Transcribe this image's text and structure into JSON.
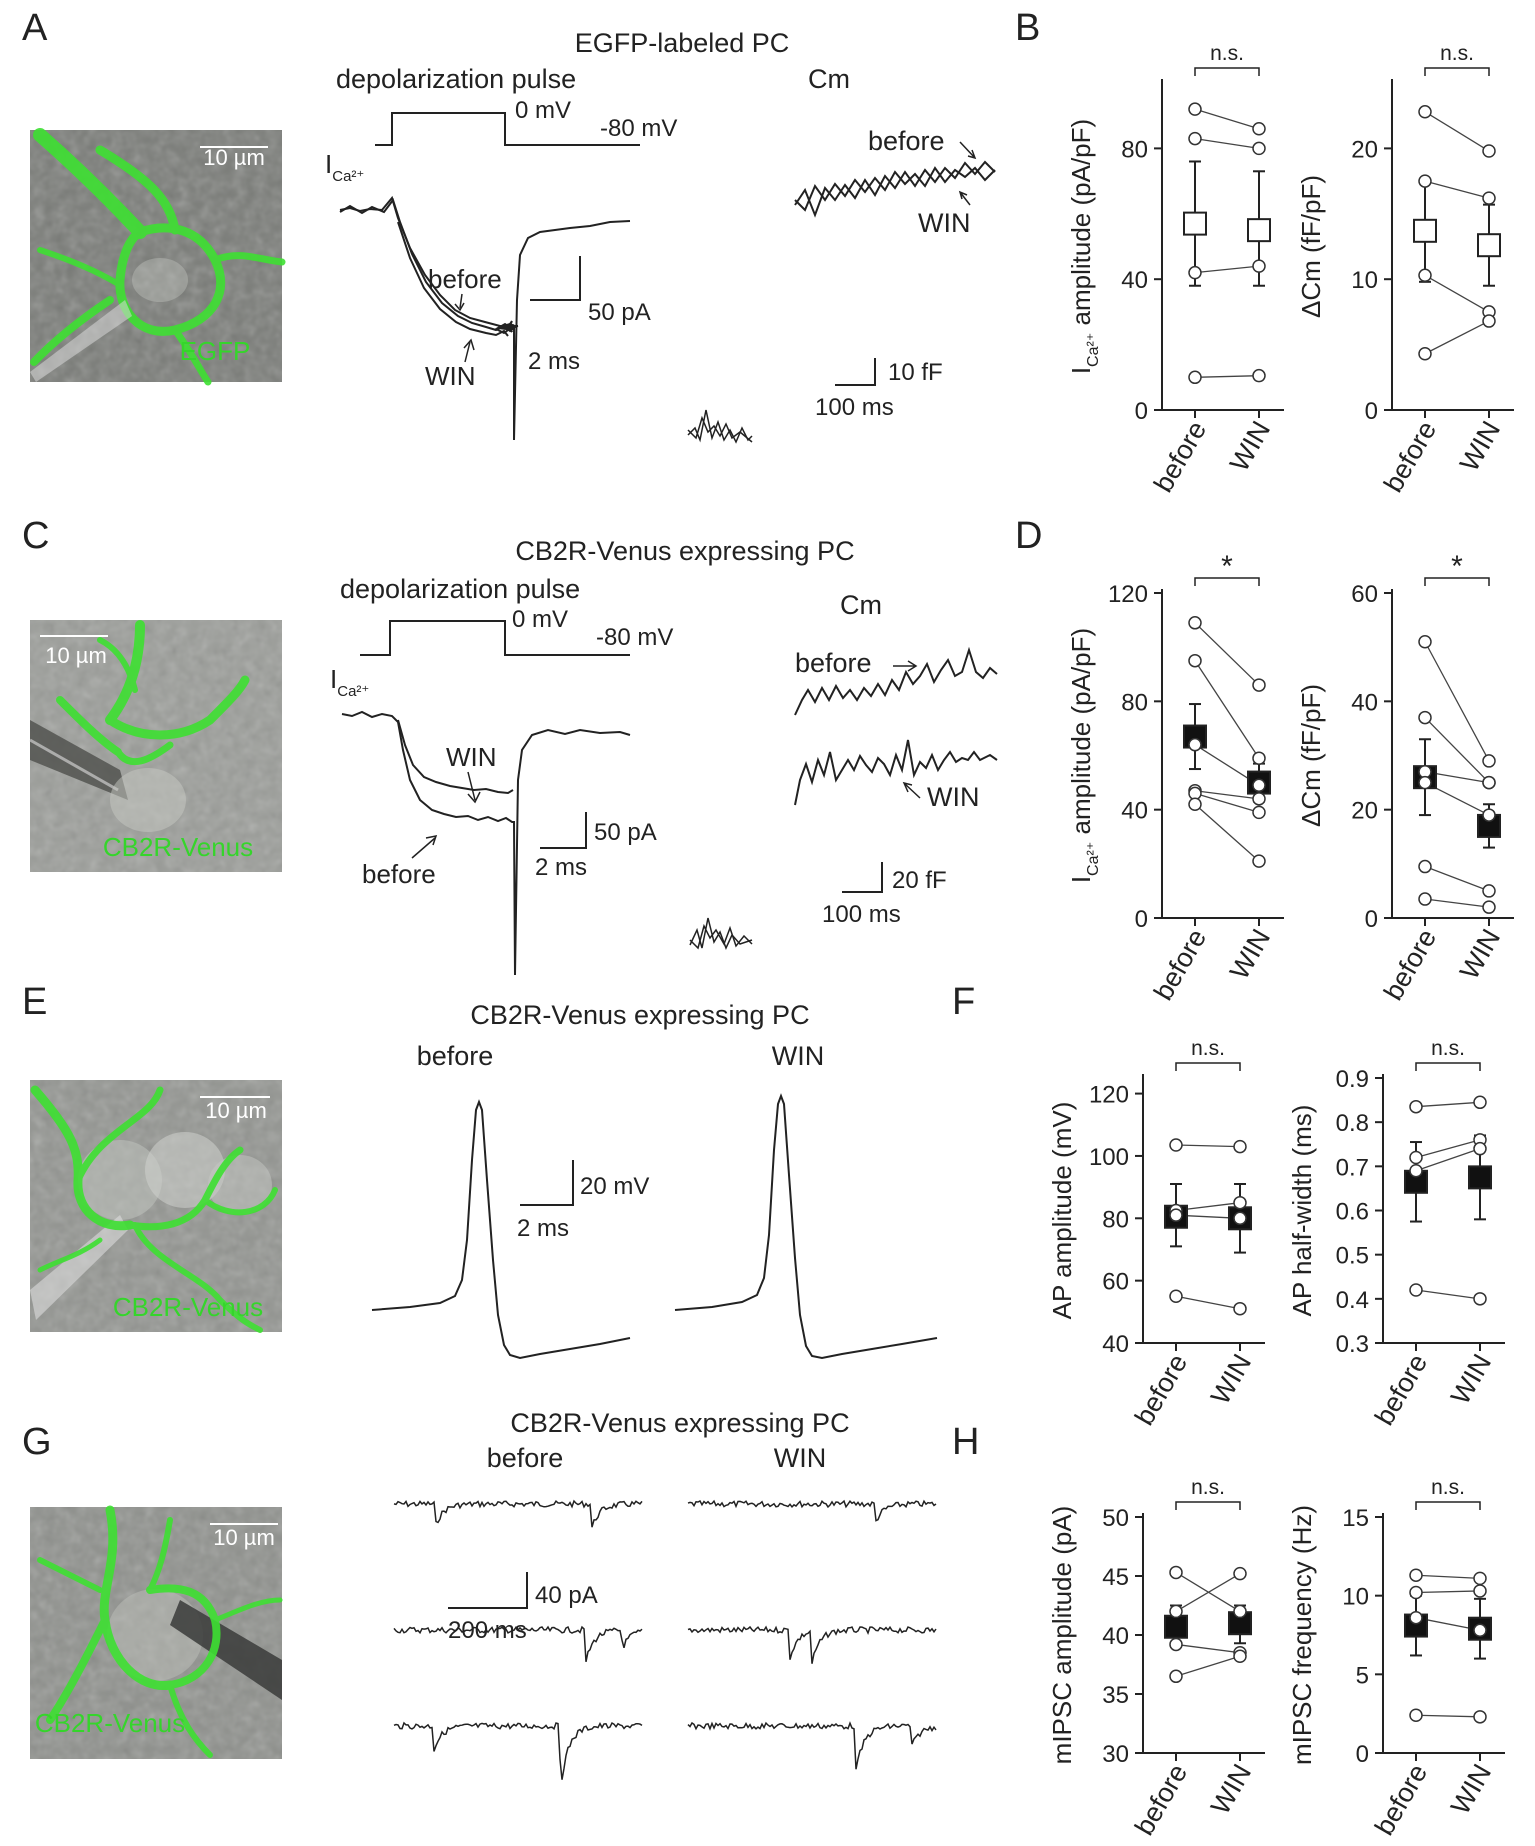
{
  "panels": {
    "A": {
      "letter": "A",
      "title": "EGFP-labeled PC",
      "image": {
        "scalebar": "10 µm",
        "label": "EGFP"
      },
      "pulse": {
        "title": "depolarization pulse",
        "v0": "0 mV",
        "v80": "-80 mV",
        "current_sym": "I",
        "current_sub": "Ca²⁺"
      },
      "traces": {
        "before": "before",
        "win": "WIN"
      },
      "scale": {
        "y": "50 pA",
        "x": "2 ms"
      },
      "cm": {
        "title": "Cm",
        "before": "before",
        "win": "WIN",
        "y": "10 fF",
        "x": "100 ms"
      }
    },
    "C": {
      "letter": "C",
      "title": "CB2R-Venus expressing PC",
      "image": {
        "scalebar": "10 µm",
        "label": "CB2R-Venus"
      },
      "pulse": {
        "title": "depolarization pulse",
        "v0": "0 mV",
        "v80": "-80 mV",
        "current_sym": "I",
        "current_sub": "Ca²⁺"
      },
      "traces": {
        "before": "before",
        "win": "WIN"
      },
      "scale": {
        "y": "50 pA",
        "x": "2 ms"
      },
      "cm": {
        "title": "Cm",
        "before": "before",
        "win": "WIN",
        "y": "20 fF",
        "x": "100 ms"
      }
    },
    "E": {
      "letter": "E",
      "title": "CB2R-Venus expressing PC",
      "image": {
        "scalebar": "10 µm",
        "label": "CB2R-Venus"
      },
      "before": "before",
      "win": "WIN",
      "scale": {
        "y": "20 mV",
        "x": "2 ms"
      }
    },
    "G": {
      "letter": "G",
      "title": "CB2R-Venus expressing PC",
      "image": {
        "scalebar": "10 µm",
        "label": "CB2R-Venus"
      },
      "before": "before",
      "win": "WIN",
      "scale": {
        "y": "40 pA",
        "x": "200 ms"
      }
    },
    "B": {
      "letter": "B"
    },
    "D": {
      "letter": "D"
    },
    "F": {
      "letter": "F"
    },
    "H": {
      "letter": "H"
    }
  },
  "chart_data": [
    {
      "id": "B-left",
      "panel": "B",
      "type": "scatter",
      "ylabel_main": "I",
      "ylabel_sub": "Ca²⁺",
      "ylabel_rest": " amplitude (pA/pF)",
      "categories": [
        "before",
        "WIN"
      ],
      "ylim": [
        0,
        100
      ],
      "yticks": [
        0,
        40,
        80
      ],
      "significance": "n.s.",
      "mean_marker": "open",
      "pairs": [
        [
          92,
          86
        ],
        [
          83,
          80
        ],
        [
          42,
          44
        ],
        [
          10,
          10.5
        ]
      ],
      "mean": [
        57,
        55
      ],
      "sem": [
        [
          38,
          76
        ],
        [
          38,
          73
        ]
      ]
    },
    {
      "id": "B-right",
      "panel": "B",
      "type": "scatter",
      "ylabel_main": "ΔCm (fF/pF)",
      "ylabel_sub": "",
      "ylabel_rest": "",
      "categories": [
        "before",
        "WIN"
      ],
      "ylim": [
        0,
        25
      ],
      "yticks": [
        0,
        10,
        20
      ],
      "significance": "n.s.",
      "mean_marker": "open",
      "pairs": [
        [
          22.8,
          19.8
        ],
        [
          17.5,
          16.2
        ],
        [
          10.3,
          7.5
        ],
        [
          4.3,
          6.8
        ]
      ],
      "mean": [
        13.7,
        12.6
      ],
      "sem": [
        [
          9.8,
          17.6
        ],
        [
          9.5,
          15.7
        ]
      ]
    },
    {
      "id": "D-left",
      "panel": "D",
      "type": "scatter",
      "ylabel_main": "I",
      "ylabel_sub": "Ca²⁺",
      "ylabel_rest": " amplitude (pA/pF)",
      "categories": [
        "before",
        "WIN"
      ],
      "ylim": [
        0,
        120
      ],
      "yticks": [
        0,
        40,
        80,
        120
      ],
      "significance": "*",
      "mean_marker": "filled",
      "pairs": [
        [
          109,
          86
        ],
        [
          95,
          59
        ],
        [
          64,
          49
        ],
        [
          47,
          44
        ],
        [
          46,
          39
        ],
        [
          42,
          21
        ]
      ],
      "mean": [
        67,
        50
      ],
      "sem": [
        [
          55,
          79
        ],
        [
          43,
          57
        ]
      ]
    },
    {
      "id": "D-right",
      "panel": "D",
      "type": "scatter",
      "ylabel_main": "ΔCm (fF/pF)",
      "ylabel_sub": "",
      "ylabel_rest": "",
      "categories": [
        "before",
        "WIN"
      ],
      "ylim": [
        0,
        60
      ],
      "yticks": [
        0,
        20,
        40,
        60
      ],
      "significance": "*",
      "mean_marker": "filled",
      "pairs": [
        [
          51,
          29
        ],
        [
          37,
          25
        ],
        [
          27,
          25
        ],
        [
          25,
          19
        ],
        [
          9.5,
          5
        ],
        [
          3.5,
          2
        ]
      ],
      "mean": [
        26,
        17
      ],
      "sem": [
        [
          19,
          33
        ],
        [
          13,
          21
        ]
      ]
    },
    {
      "id": "F-left",
      "panel": "F",
      "type": "scatter",
      "ylabel_main": "AP amplitude (mV)",
      "ylabel_sub": "",
      "ylabel_rest": "",
      "categories": [
        "before",
        "WIN"
      ],
      "ylim": [
        40,
        125
      ],
      "yticks": [
        40,
        60,
        80,
        100,
        120
      ],
      "significance": "n.s.",
      "mean_marker": "filled",
      "pairs": [
        [
          103.5,
          103
        ],
        [
          82.5,
          85
        ],
        [
          81,
          80
        ],
        [
          55,
          51
        ]
      ],
      "mean": [
        80.5,
        80
      ],
      "sem": [
        [
          71,
          91
        ],
        [
          69,
          91
        ]
      ]
    },
    {
      "id": "F-right",
      "panel": "F",
      "type": "scatter",
      "ylabel_main": "AP half-width (ms)",
      "ylabel_sub": "",
      "ylabel_rest": "",
      "categories": [
        "before",
        "WIN"
      ],
      "ylim": [
        0.3,
        0.9
      ],
      "yticks": [
        0.3,
        0.4,
        0.5,
        0.6,
        0.7,
        0.8,
        0.9
      ],
      "significance": "n.s.",
      "mean_marker": "filled",
      "pairs": [
        [
          0.835,
          0.845
        ],
        [
          0.72,
          0.76
        ],
        [
          0.69,
          0.74
        ],
        [
          0.42,
          0.4
        ]
      ],
      "mean": [
        0.665,
        0.675
      ],
      "sem": [
        [
          0.575,
          0.755
        ],
        [
          0.58,
          0.77
        ]
      ]
    },
    {
      "id": "H-left",
      "panel": "H",
      "type": "scatter",
      "ylabel_main": "mIPSC amplitude (pA)",
      "ylabel_sub": "",
      "ylabel_rest": "",
      "categories": [
        "before",
        "WIN"
      ],
      "ylim": [
        30,
        50
      ],
      "yticks": [
        30,
        35,
        40,
        45,
        50
      ],
      "significance": "n.s.",
      "mean_marker": "filled",
      "pairs": [
        [
          45.3,
          42
        ],
        [
          42,
          45.2
        ],
        [
          39.2,
          38.5
        ],
        [
          36.5,
          38.2
        ]
      ],
      "mean": [
        40.7,
        41
      ],
      "sem": [
        [
          39,
          42.5
        ],
        [
          39.3,
          42.5
        ]
      ]
    },
    {
      "id": "H-right",
      "panel": "H",
      "type": "scatter",
      "ylabel_main": "mIPSC frequency (Hz)",
      "ylabel_sub": "",
      "ylabel_rest": "",
      "categories": [
        "before",
        "WIN"
      ],
      "ylim": [
        0,
        15
      ],
      "yticks": [
        0,
        5,
        10,
        15
      ],
      "significance": "n.s.",
      "mean_marker": "filled",
      "pairs": [
        [
          11.3,
          11.1
        ],
        [
          10.2,
          10.3
        ],
        [
          8.6,
          7.8
        ],
        [
          2.4,
          2.3
        ]
      ],
      "mean": [
        8.1,
        7.9
      ],
      "sem": [
        [
          6.2,
          10
        ],
        [
          6,
          9.8
        ]
      ]
    }
  ]
}
